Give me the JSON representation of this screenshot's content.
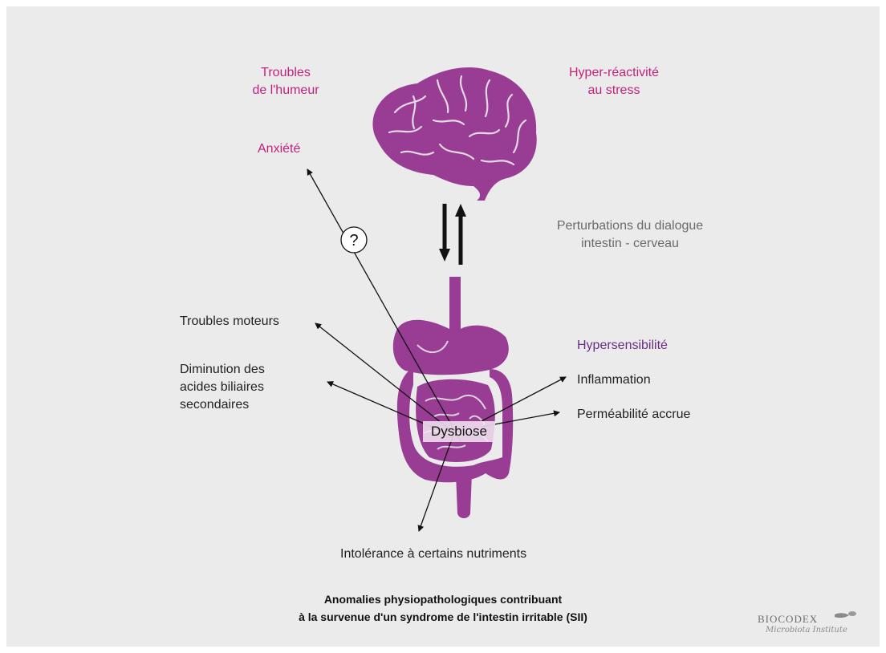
{
  "labels": {
    "mood": "Troubles\nde l'humeur",
    "stress": "Hyper-réactivité\nau stress",
    "anxiety": "Anxiété",
    "question": "?",
    "gut_brain": "Perturbations du dialogue\nintestin - cerveau",
    "motor": "Troubles moteurs",
    "bile": "Diminution des\nacides biliaires\nsecondaires",
    "hypersensitivity": "Hypersensibilité",
    "inflammation": "Inflammation",
    "permeability": "Perméabilité accrue",
    "dysbiosis": "Dysbiose",
    "intolerance": "Intolérance à certains nutriments"
  },
  "caption": {
    "line1": "Anomalies physiopathologiques contribuant",
    "line2": "à la survenue d'un syndrome de l'intestin irritable (SII)"
  },
  "logo": {
    "name": "BIOCODEX",
    "subtitle": "Microbiota Institute"
  },
  "colors": {
    "background": "#ebebec",
    "organ": "#993c94",
    "magenta_text": "#c2227a",
    "purple_text": "#6a2c86",
    "gray_text": "#6b6b6b"
  }
}
